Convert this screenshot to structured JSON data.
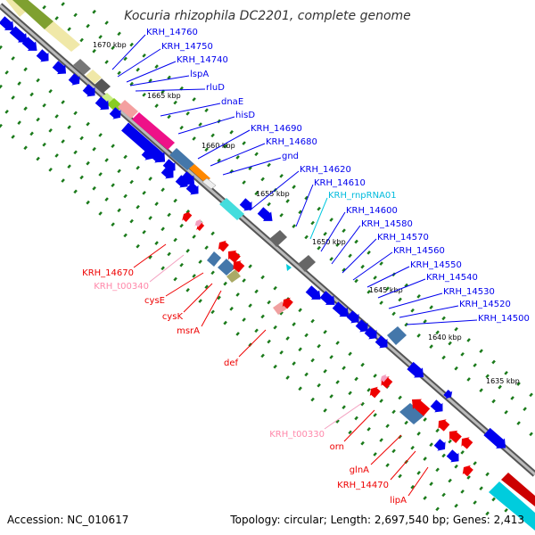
{
  "title": "Kocuria rhizophila DC2201, complete genome",
  "accession": "Accession: NC_010617",
  "summary": "Topology: circular; Length: 2,697,540 bp; Genes: 2,413",
  "colors": {
    "forward": "#0000ee",
    "reverse": "#ee0000",
    "rna": "#00c8e0",
    "trna": "#f4a0c0",
    "tick": "#1a7a1a",
    "backbone": "#888888"
  },
  "kbp_marks": [
    "1670 kbp",
    "1665 kbp",
    "1660 kbp",
    "1655 kbp",
    "1650 kbp",
    "1645 kbp",
    "1640 kbp",
    "1635 kbp"
  ],
  "upper_labels": [
    {
      "text": "KRH_14760",
      "kind": "forward"
    },
    {
      "text": "KRH_14750",
      "kind": "forward"
    },
    {
      "text": "KRH_14740",
      "kind": "forward"
    },
    {
      "text": "lspA",
      "kind": "forward"
    },
    {
      "text": "rluD",
      "kind": "forward"
    },
    {
      "text": "dnaE",
      "kind": "forward"
    },
    {
      "text": "hisD",
      "kind": "forward"
    },
    {
      "text": "KRH_14690",
      "kind": "forward"
    },
    {
      "text": "KRH_14680",
      "kind": "forward"
    },
    {
      "text": "gnd",
      "kind": "forward"
    },
    {
      "text": "KRH_14620",
      "kind": "forward"
    },
    {
      "text": "KRH_14610",
      "kind": "forward"
    },
    {
      "text": "KRH_rnpRNA01",
      "kind": "rna"
    },
    {
      "text": "KRH_14600",
      "kind": "forward"
    },
    {
      "text": "KRH_14580",
      "kind": "forward"
    },
    {
      "text": "KRH_14570",
      "kind": "forward"
    },
    {
      "text": "KRH_14560",
      "kind": "forward"
    },
    {
      "text": "KRH_14550",
      "kind": "forward"
    },
    {
      "text": "KRH_14540",
      "kind": "forward"
    },
    {
      "text": "KRH_14530",
      "kind": "forward"
    },
    {
      "text": "KRH_14520",
      "kind": "forward"
    },
    {
      "text": "KRH_14500",
      "kind": "forward"
    }
  ],
  "lower_labels": [
    {
      "text": "KRH_14670",
      "kind": "reverse"
    },
    {
      "text": "KRH_t00340",
      "kind": "trna"
    },
    {
      "text": "cysE",
      "kind": "reverse"
    },
    {
      "text": "cysK",
      "kind": "reverse"
    },
    {
      "text": "msrA",
      "kind": "reverse"
    },
    {
      "text": "def",
      "kind": "reverse"
    },
    {
      "text": "KRH_t00330",
      "kind": "trna"
    },
    {
      "text": "orn",
      "kind": "reverse"
    },
    {
      "text": "glnA",
      "kind": "reverse"
    },
    {
      "text": "KRH_14470",
      "kind": "reverse"
    },
    {
      "text": "lipA",
      "kind": "reverse"
    }
  ]
}
